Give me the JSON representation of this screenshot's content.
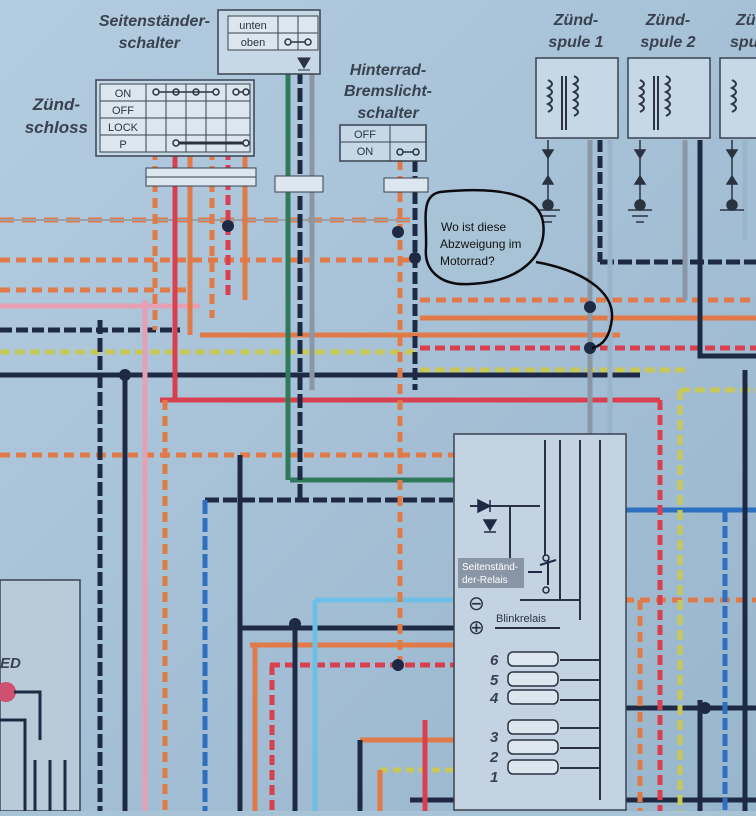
{
  "side_stand_switch": {
    "title_line1": "Seitenständer-",
    "title_line2": "schalter",
    "rows": [
      "unten",
      "oben"
    ]
  },
  "ignition_lock": {
    "title_line1": "Zünd-",
    "title_line2": "schloss",
    "positions": [
      "ON",
      "OFF",
      "LOCK",
      "P"
    ]
  },
  "rear_brake_switch": {
    "title_line1": "Hinterrad-",
    "title_line2": "Bremslicht-",
    "title_line3": "schalter",
    "rows": [
      "OFF",
      "ON"
    ]
  },
  "coils": [
    {
      "line1": "Zünd-",
      "line2": "spule 1"
    },
    {
      "line1": "Zünd-",
      "line2": "spule 2"
    },
    {
      "line1": "Zü",
      "line2": "spu"
    }
  ],
  "annotation": {
    "lines": [
      "Wo ist diese",
      "Abzweigung im",
      "Motorrad?"
    ]
  },
  "relay_unit": {
    "side_stand_relay_line1": "Seitenständ-",
    "side_stand_relay_line2": "der-Relais",
    "blink_relay": "Blinkrelais",
    "minus_symbol": "⊖",
    "plus_symbol": "⊕",
    "fuses": [
      "6",
      "5",
      "4",
      "3",
      "2",
      "1"
    ]
  },
  "left_panel": {
    "partial_label": "ED"
  },
  "colors": {
    "background": "#a9c3d6",
    "orange": "#e07a48",
    "red": "#d84050",
    "dark_navy": "#1e2a44",
    "blue": "#2f6fc0",
    "green": "#2e7a5a",
    "light_blue": "#6cc0e8",
    "pink": "#e6a0b4",
    "yellow_green": "#c8c85a",
    "grey": "#8a97a4"
  }
}
